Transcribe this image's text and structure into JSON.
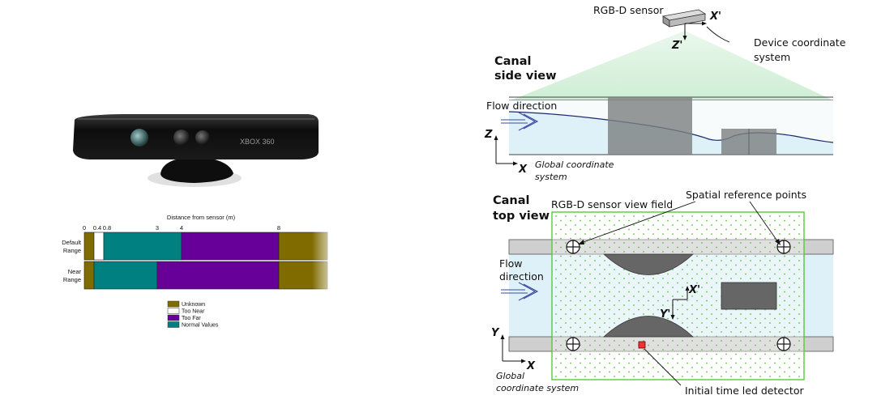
{
  "kinect": {
    "device_label": "XBOX 360",
    "chart_title": "Distance from sensor (m)",
    "ticks": [
      "0",
      "0.4",
      "0.8",
      "3",
      "4",
      "8"
    ],
    "rows": [
      {
        "label_lines": [
          "Default",
          "Range"
        ],
        "segments": [
          {
            "from": 0,
            "to": 0.4,
            "category": "unknown"
          },
          {
            "from": 0.4,
            "to": 0.8,
            "category": "too_near"
          },
          {
            "from": 0.8,
            "to": 4,
            "category": "normal"
          },
          {
            "from": 4,
            "to": 8,
            "category": "too_far"
          },
          {
            "from": 8,
            "to": 10,
            "category": "unknown"
          }
        ]
      },
      {
        "label_lines": [
          "Near",
          "Range"
        ],
        "segments": [
          {
            "from": 0,
            "to": 0.4,
            "category": "unknown"
          },
          {
            "from": 0.4,
            "to": 3,
            "category": "normal"
          },
          {
            "from": 3,
            "to": 8,
            "category": "too_far"
          },
          {
            "from": 8,
            "to": 10,
            "category": "unknown"
          }
        ]
      }
    ],
    "legend": [
      {
        "key": "unknown",
        "label": "Unknown",
        "color": "#7f6b00"
      },
      {
        "key": "too_near",
        "label": "Too Near",
        "color": "#ffffff"
      },
      {
        "key": "too_far",
        "label": "Too Far",
        "color": "#660099"
      },
      {
        "key": "normal",
        "label": "Normal Values",
        "color": "#008080"
      }
    ]
  },
  "diagram": {
    "sensor_label": "RGB-D sensor",
    "x_prime": "X'",
    "z_prime": "Z'",
    "y_prime": "Y'",
    "device_coord_lines": [
      "Device coordinate",
      "system"
    ],
    "side_title_lines": [
      "Canal",
      "side view"
    ],
    "flow_direction_side": "Flow direction",
    "z_axis": "Z",
    "x_axis": "X",
    "y_axis": "Y",
    "global_coord_side_lines": [
      "Global coordinate",
      "system"
    ],
    "top_title_lines": [
      "Canal",
      "top view"
    ],
    "view_field_label": "RGB-D sensor view field",
    "spatial_ref_label": "Spatial reference points",
    "flow_direction_top_lines": [
      "Flow",
      "direction"
    ],
    "global_coord_top_lines": [
      "Global",
      "coordinate system"
    ],
    "led_label": "Initial time led detector"
  }
}
